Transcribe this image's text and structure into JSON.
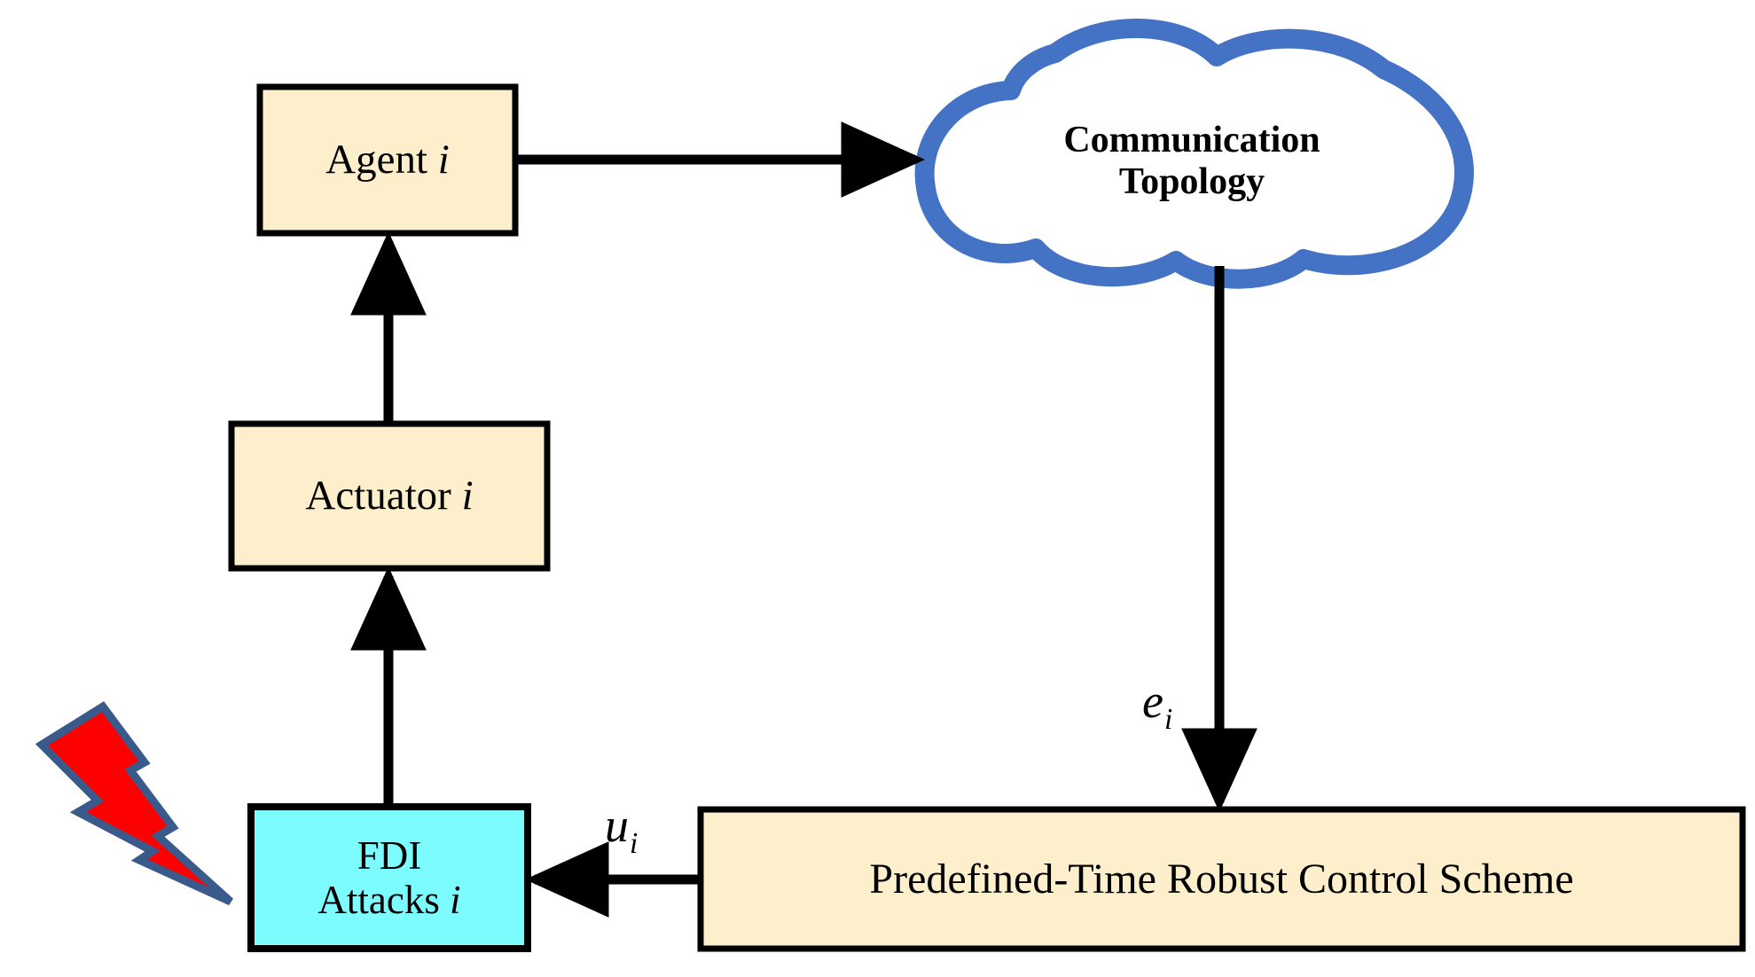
{
  "figure": {
    "kind": "block-diagram",
    "description": "Control system block diagram for predefined-time robust control of a multi-agent system under FDI attacks",
    "background_color": "#FFFFFF"
  },
  "colors": {
    "box_fill_cream": "#FDEFCB",
    "box_fill_cyan": "#7DFCFF",
    "box_stroke": "#000000",
    "cloud_stroke": "#4472C4",
    "cloud_fill": "#FFFFFF",
    "bolt_fill": "#FF0000",
    "bolt_stroke": "#3A5A8C",
    "arrow_color": "#000000"
  },
  "nodes": {
    "agent": {
      "name": "Agent",
      "label_main": "Agent",
      "label_index": "i",
      "shape": "rectangle",
      "fill": "#FDEFCB"
    },
    "actuator": {
      "name": "Actuator",
      "label_main": "Actuator",
      "label_index": "i",
      "shape": "rectangle",
      "fill": "#FDEFCB"
    },
    "fdi_attacks": {
      "name": "FDI Attacks",
      "label_line1": "FDI",
      "label_line2": "Attacks",
      "label_index": "i",
      "shape": "rectangle",
      "fill": "#7DFCFF"
    },
    "communication_topology": {
      "name": "Communication Topology",
      "label_line1": "Communication",
      "label_line2": "Topology",
      "shape": "cloud",
      "fill": "#FFFFFF",
      "stroke": "#4472C4"
    },
    "control_scheme": {
      "name": "Predefined-Time Robust Control Scheme",
      "label": "Predefined-Time Robust Control Scheme",
      "shape": "rectangle",
      "fill": "#FDEFCB"
    },
    "lightning_bolt": {
      "name": "Attack lightning bolt",
      "shape": "lightning-bolt",
      "fill": "#FF0000",
      "stroke": "#3A5A8C"
    }
  },
  "edges": [
    {
      "id": "agent-to-cloud",
      "from": "agent",
      "to": "communication_topology",
      "label": "",
      "direction": "right"
    },
    {
      "id": "cloud-to-control",
      "from": "communication_topology",
      "to": "control_scheme",
      "label_symbol": "e",
      "label_subscript": "i",
      "direction": "down"
    },
    {
      "id": "control-to-fdi",
      "from": "control_scheme",
      "to": "fdi_attacks",
      "label_symbol": "u",
      "label_subscript": "i",
      "direction": "left"
    },
    {
      "id": "fdi-to-actuator",
      "from": "fdi_attacks",
      "to": "actuator",
      "label": "",
      "direction": "up"
    },
    {
      "id": "actuator-to-agent",
      "from": "actuator",
      "to": "agent",
      "label": "",
      "direction": "up"
    },
    {
      "id": "bolt-to-fdi",
      "from": "lightning_bolt",
      "to": "fdi_attacks",
      "label": "",
      "direction": "down-right"
    }
  ]
}
